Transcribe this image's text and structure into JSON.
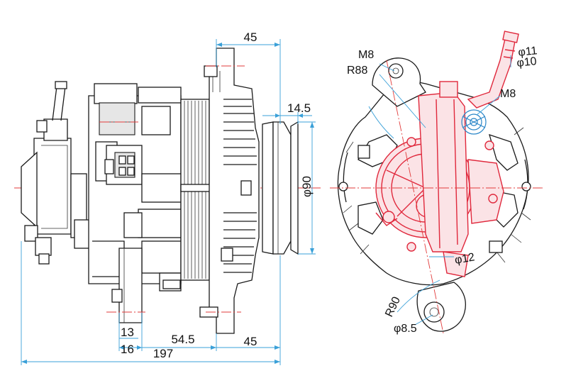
{
  "side_view": {
    "dims": {
      "top_width": "45",
      "pulley_width": "14.5",
      "pulley_dia": "φ90",
      "foot_a": "13",
      "foot_b": "16",
      "mid": "54.5",
      "right_45": "45",
      "overall": "197"
    }
  },
  "end_view": {
    "labels": {
      "m8_top": "M8",
      "r88": "R88",
      "tube_outer": "φ11",
      "tube_inner": "φ10",
      "m8_side": "M8",
      "phi12": "φ12",
      "r90": "R90",
      "phi8_5": "φ8.5"
    }
  },
  "colors": {
    "outline": "#1a1a1a",
    "dimension": "#3aa0d8",
    "centerline": "#e23b3b",
    "pump": "#e0283c",
    "fitting": "#2a86c8"
  }
}
